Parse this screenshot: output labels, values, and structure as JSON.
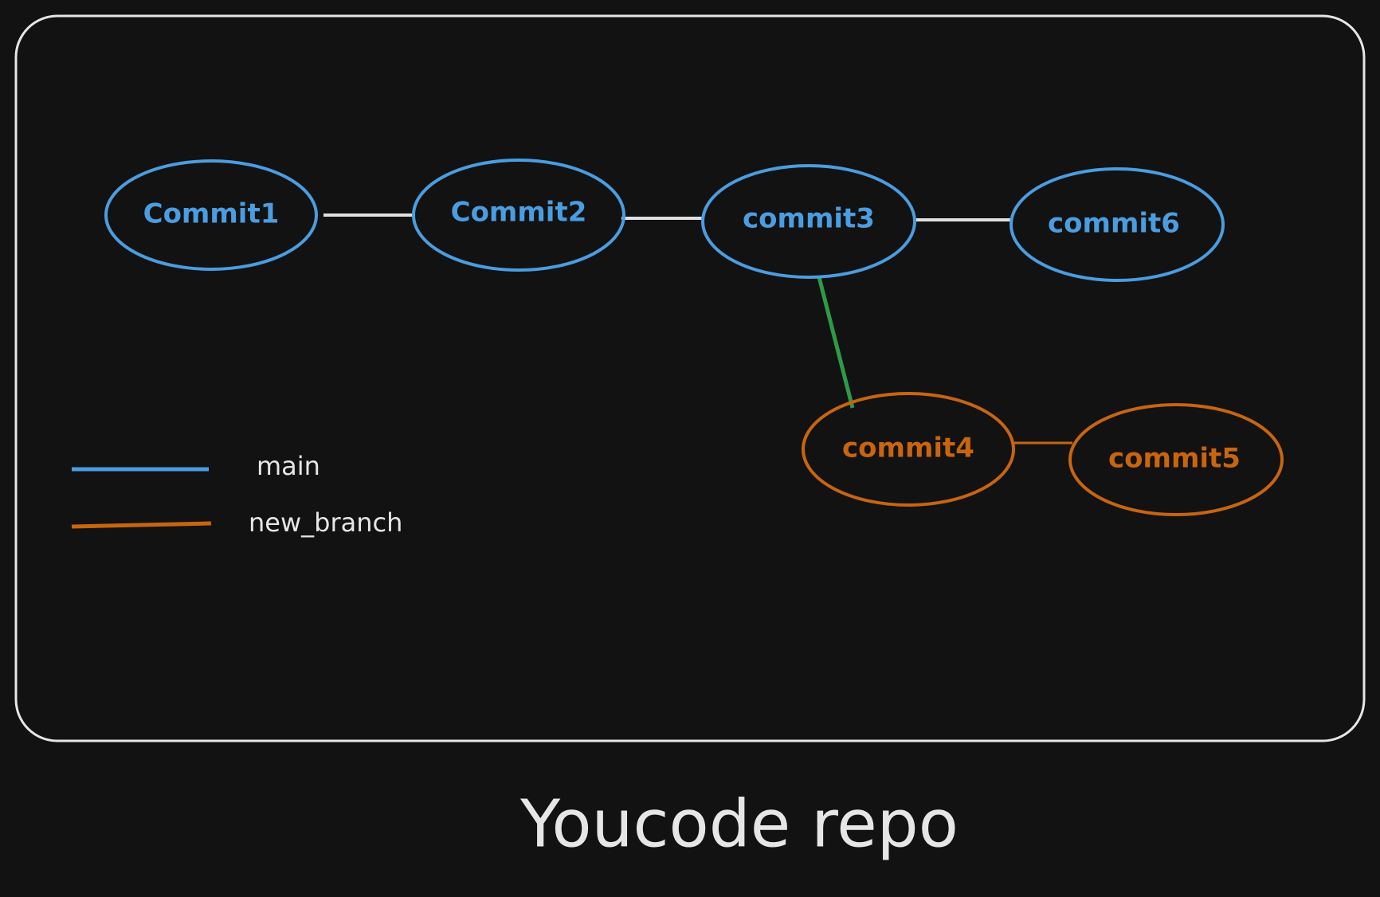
{
  "diagram": {
    "colors": {
      "background": "#121212",
      "frame": "#e6e6e6",
      "main": "#4a9de0",
      "new_branch": "#c8650f",
      "link_main": "#e0e0e0",
      "link_branch_point": "#2e9a45",
      "text": "#e6e6e6"
    },
    "commits": {
      "commit1": {
        "label": "Commit1",
        "branch": "main"
      },
      "commit2": {
        "label": "Commit2",
        "branch": "main"
      },
      "commit3": {
        "label": "commit3",
        "branch": "main"
      },
      "commit6": {
        "label": "commit6",
        "branch": "main"
      },
      "commit4": {
        "label": "commit4",
        "branch": "new_branch"
      },
      "commit5": {
        "label": "commit5",
        "branch": "new_branch"
      }
    },
    "edges": [
      {
        "from": "commit1",
        "to": "commit2"
      },
      {
        "from": "commit2",
        "to": "commit3"
      },
      {
        "from": "commit3",
        "to": "commit6"
      },
      {
        "from": "commit3",
        "to": "commit4"
      },
      {
        "from": "commit4",
        "to": "commit5"
      }
    ],
    "legend": {
      "main_label": "main",
      "new_branch_label": "new_branch"
    },
    "title": "Youcode repo"
  }
}
